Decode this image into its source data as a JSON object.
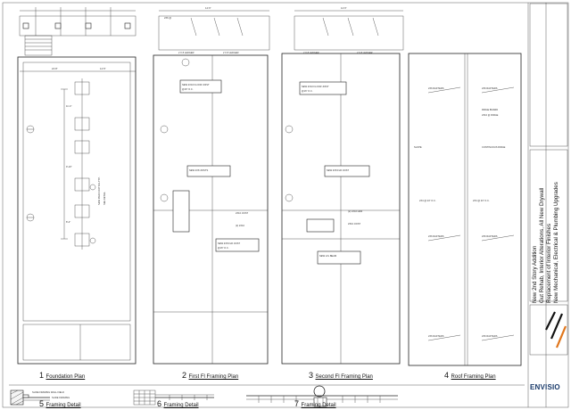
{
  "sheet": {
    "views": [
      {
        "number": "1",
        "title": "Foundation Plan"
      },
      {
        "number": "2",
        "title": "First Fl Framing Plan"
      },
      {
        "number": "3",
        "title": "Second Fl Framing Plan"
      },
      {
        "number": "4",
        "title": "Roof Framing Plan"
      },
      {
        "number": "5",
        "title": "Framing Detail"
      },
      {
        "number": "6",
        "title": "Framing Detail"
      },
      {
        "number": "7",
        "title": "Framing Detail"
      }
    ],
    "title_block": {
      "scope_lines": [
        "New 2nd Story Addition",
        "Gut Rehab, Interior Alterations, All New Drywall",
        "Replacement of Interior Finishes",
        "New Mechanical, Electrical & Plumbing Upgrades"
      ],
      "firm_name": "ENVISIO"
    }
  },
  "colors": {
    "line": "#222222",
    "logo_stripe": "#e0761c",
    "paper": "#ffffff"
  }
}
